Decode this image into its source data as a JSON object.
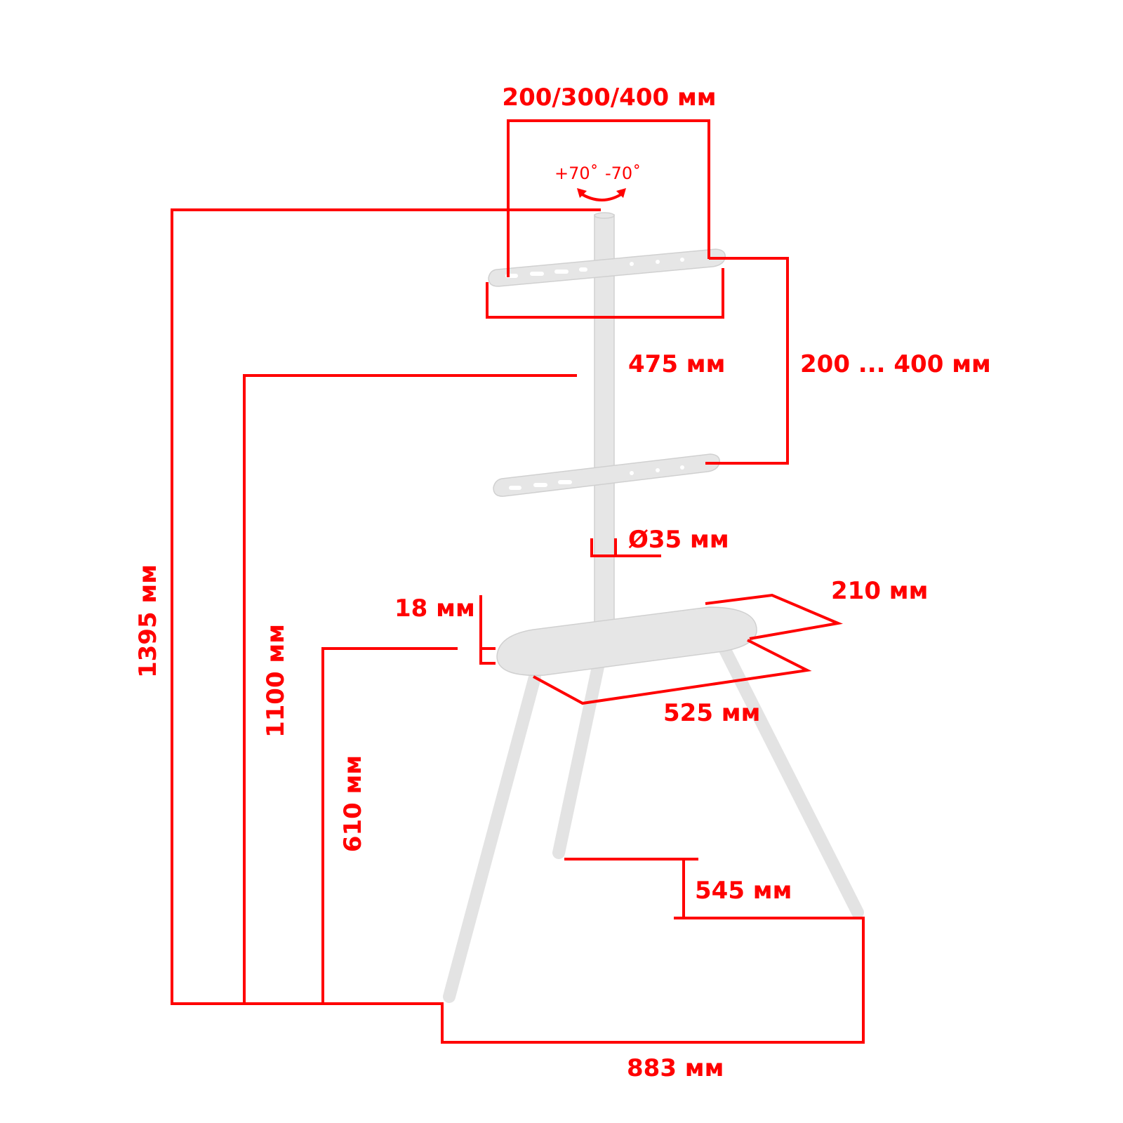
{
  "diagram": {
    "labels": {
      "vesa_width": "200/300/400 мм",
      "tilt_plus": "+70˚",
      "tilt_minus": "-70˚",
      "bracket_width": "475 мм",
      "vesa_height": "200 ... 400 мм",
      "pole_diameter": "Ø35 мм",
      "shelf_depth": "210 мм",
      "shelf_thickness": "18 мм",
      "shelf_width": "525 мм",
      "leg_offset": "545 мм",
      "base_width": "883 мм",
      "total_height": "1395 мм",
      "bracket_height": "1100 мм",
      "shelf_height": "610 мм"
    },
    "colors": {
      "dimension": "#ff0000",
      "product": "#e6e6e6"
    }
  }
}
